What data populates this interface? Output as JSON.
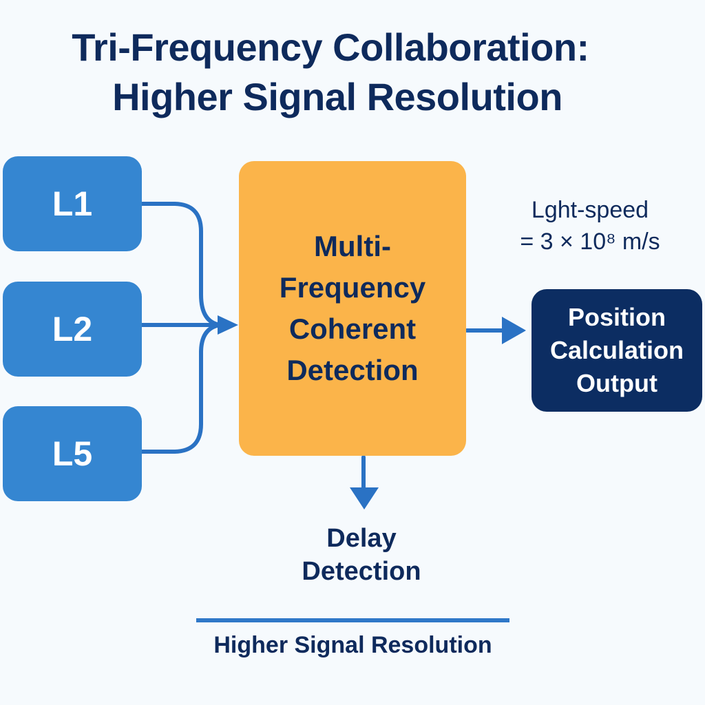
{
  "title": {
    "line1": "Tri-Frequency Collaboration:",
    "line2": "Higher Signal Resolution"
  },
  "inputs": [
    {
      "label": "L1"
    },
    {
      "label": "L2"
    },
    {
      "label": "L5"
    }
  ],
  "core": {
    "lines": [
      "Multi-",
      "Frequency",
      "Coherent",
      "Detection"
    ]
  },
  "note": {
    "line1": "Lght-speed",
    "line2": "= 3 × 10⁸ m/s"
  },
  "output": {
    "lines": [
      "Position",
      "Calculation",
      "Output"
    ]
  },
  "delay": {
    "lines": [
      "Delay",
      "Detection"
    ]
  },
  "footer": {
    "label": "Higher Signal Resolution"
  },
  "colors": {
    "background": "#f6fafd",
    "input_box": "#3586d1",
    "core_box": "#fbb44a",
    "output_box": "#0c2d62",
    "arrow": "#2a72c4",
    "text_dark": "#0e2a5c"
  }
}
